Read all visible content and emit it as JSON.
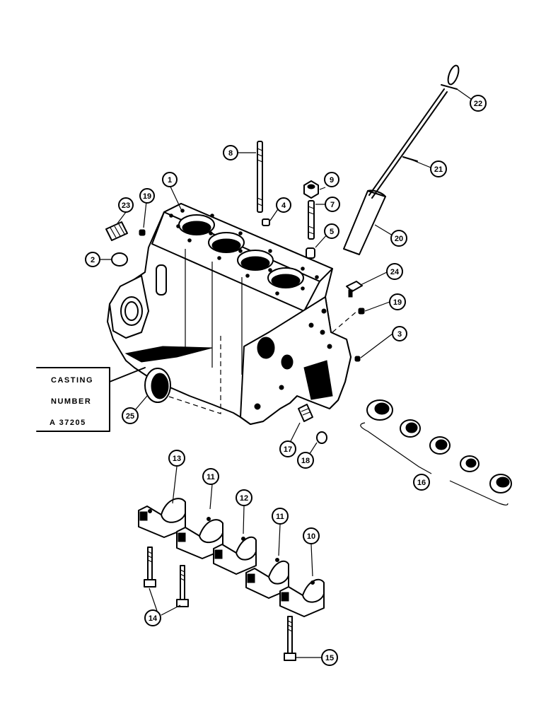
{
  "casting_box": {
    "line1": "CASTING",
    "line2": "NUMBER",
    "line3": "A 37205"
  },
  "callouts": {
    "c1": "1",
    "c2": "2",
    "c3": "3",
    "c4": "4",
    "c5": "5",
    "c7": "7",
    "c8": "8",
    "c9": "9",
    "c10": "10",
    "c11a": "11",
    "c11b": "11",
    "c12": "12",
    "c13": "13",
    "c14": "14",
    "c15": "15",
    "c16": "16",
    "c17": "17",
    "c18": "18",
    "c19a": "19",
    "c19b": "19",
    "c20": "20",
    "c21": "21",
    "c22": "22",
    "c23": "23",
    "c24": "24",
    "c25": "25"
  }
}
